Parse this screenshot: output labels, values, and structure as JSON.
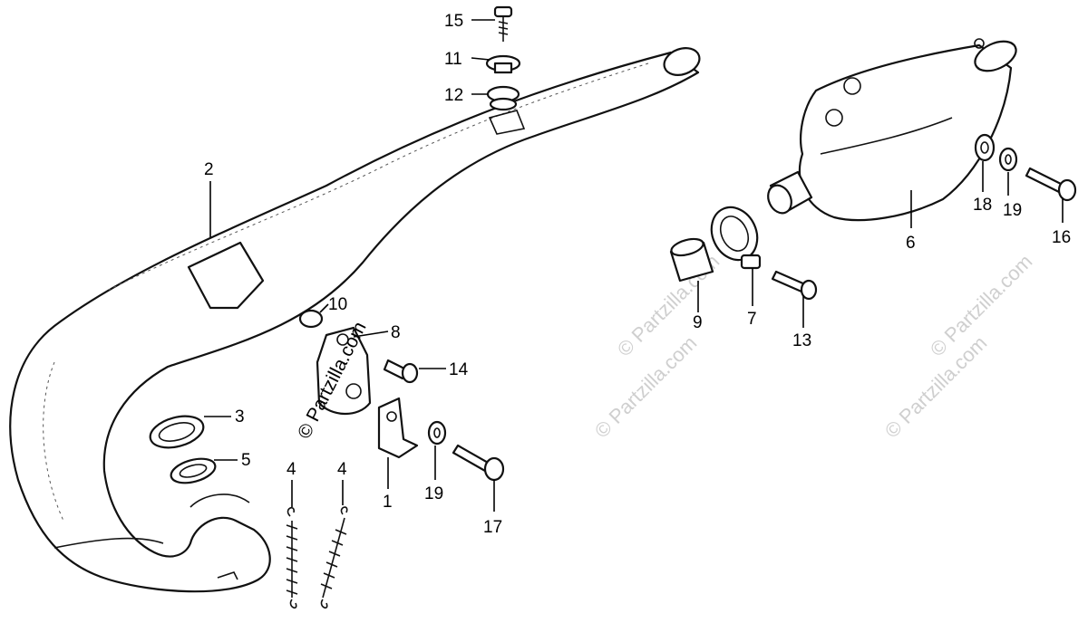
{
  "diagram": {
    "callouts": {
      "c1": "1",
      "c2": "2",
      "c3": "3",
      "c4a": "4",
      "c4b": "4",
      "c5": "5",
      "c6": "6",
      "c7": "7",
      "c8": "8",
      "c9": "9",
      "c10": "10",
      "c11": "11",
      "c12": "12",
      "c13": "13",
      "c14": "14",
      "c15": "15",
      "c16": "16",
      "c17": "17",
      "c18": "18",
      "c19a": "19",
      "c19b": "19"
    },
    "copyright": "© Partzilla.com",
    "watermark": "© Partzilla.com"
  }
}
